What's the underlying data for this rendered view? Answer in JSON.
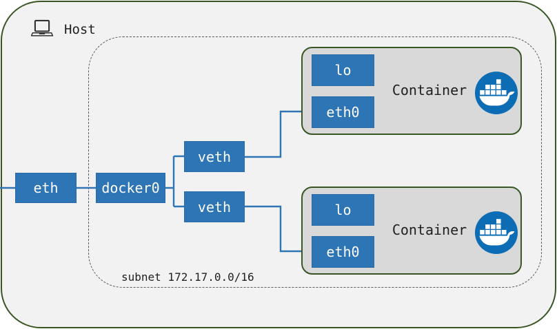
{
  "colors": {
    "host_fill": "#F2F2F2",
    "host_border": "#375623",
    "container_fill": "#D9D9D9",
    "container_border": "#375623",
    "dashed_border": "#595959",
    "node_fill": "#2E75B6",
    "node_border": "#2A6AA8",
    "node_text": "#FFFFFF",
    "connector": "#2E75B6",
    "docker_blue": "#0C6CB4",
    "text_dark": "#1F1F1F",
    "icon_stroke": "#303030"
  },
  "host": {
    "label": "Host"
  },
  "network": {
    "subnet_label": "subnet 172.17.0.0/16"
  },
  "nodes": {
    "eth": "eth",
    "docker0": "docker0",
    "veth_top": "veth",
    "veth_bottom": "veth"
  },
  "containers": [
    {
      "label": "Container",
      "interfaces": {
        "lo": "lo",
        "eth0": "eth0"
      }
    },
    {
      "label": "Container",
      "interfaces": {
        "lo": "lo",
        "eth0": "eth0"
      }
    }
  ],
  "icons": {
    "host": "laptop-icon",
    "container": "docker-whale-icon"
  }
}
